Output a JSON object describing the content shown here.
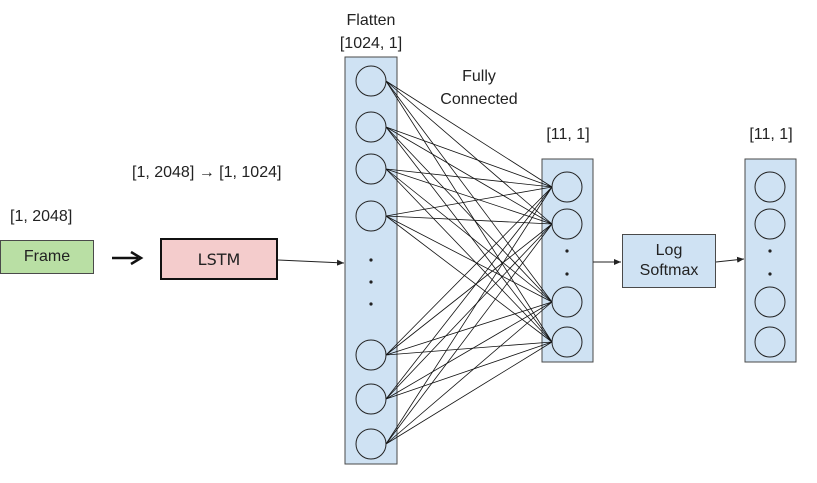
{
  "labels": {
    "frame_dim": "[1, 2048]",
    "lstm_dim": "[1, 2048] → [1, 1024]",
    "flatten_title": "Flatten",
    "flatten_dim": "[1024, 1]",
    "fc_line1": "Fully",
    "fc_line2": "Connected",
    "fc_out_dim": "[11, 1]",
    "softmax_out_dim": "[11, 1]"
  },
  "blocks": {
    "frame": "Frame",
    "lstm": "LSTM",
    "softmax_line1": "Log",
    "softmax_line2": "Softmax"
  },
  "colors": {
    "frame_fill": "#b9dfa4",
    "lstm_fill": "#f4cccc",
    "layer_fill": "#cfe2f3",
    "stroke": "#222222"
  }
}
